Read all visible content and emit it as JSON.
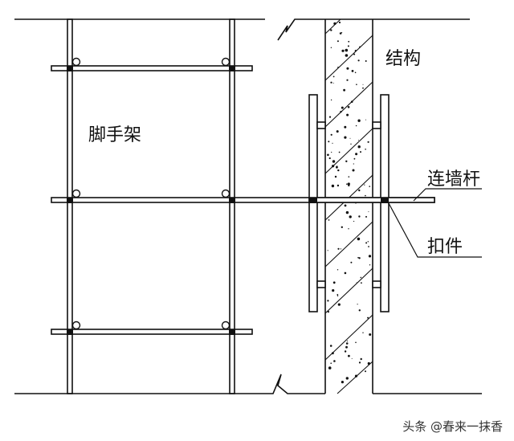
{
  "labels": {
    "scaffold": "脚手架",
    "structure": "结构",
    "wall_tie": "连墙杆",
    "fastener": "扣件"
  },
  "watermark": "头条 @春来一抹香",
  "colors": {
    "line": "#111111",
    "background": "#ffffff"
  }
}
